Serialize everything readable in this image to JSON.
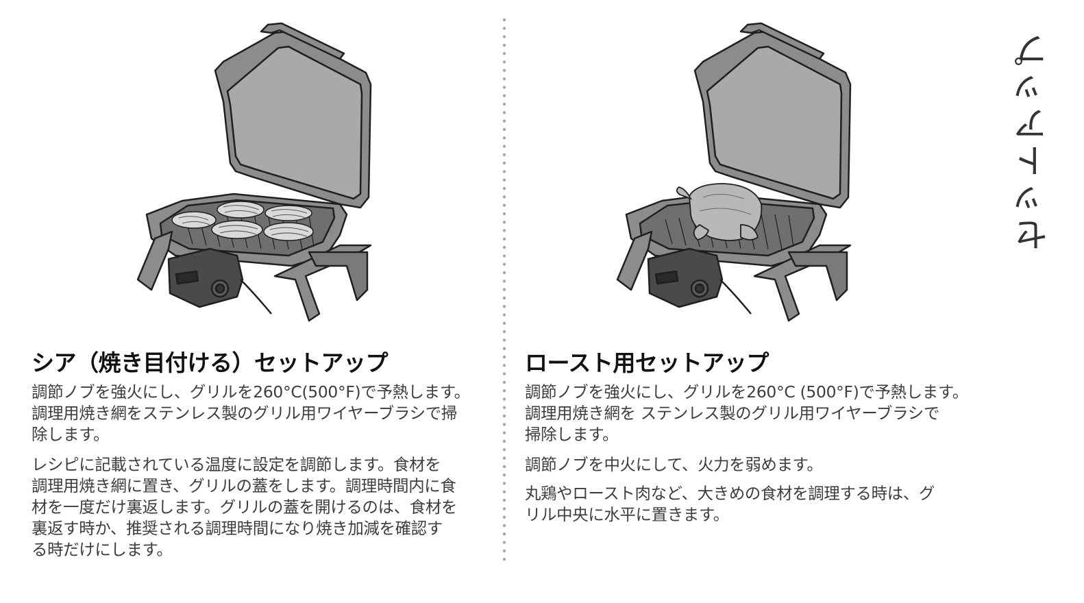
{
  "colors": {
    "title": "#111111",
    "body_text": "#3d3d3d",
    "divider_dots": "#a8a8a8",
    "grill_body": "#8c8c8c",
    "grill_outline": "#1f1f1f",
    "grill_inner": "#a9a9a9"
  },
  "side_tab": {
    "label": "セットアップ"
  },
  "left_section": {
    "illustration_icon": "grill-with-steaks-icon",
    "title": "シア（焼き目付ける）セットアップ",
    "paragraph1": [
      "調節ノブを強火にし、グリルを260°C(500°F)で予熱します。",
      "調理用焼き網をステンレス製のグリル用ワイヤーブラシで掃",
      "除します。"
    ],
    "paragraph2": [
      "レシピに記載されている温度に設定を調節します。食材を",
      "調理用焼き網に置き、グリルの蓋をします。調理時間内に食",
      "材を一度だけ裏返します。グリルの蓋を開けるのは、食材を",
      "裏返す時か、推奨される調理時間になり焼き加減を確認す",
      "る時だけにします。"
    ]
  },
  "right_section": {
    "illustration_icon": "grill-with-roast-chicken-icon",
    "title": "ロースト用セットアップ",
    "paragraph1": [
      "調節ノブを強火にし、グリルを260°C (500°F)で予熱します。",
      "調理用焼き網を ステンレス製のグリル用ワイヤーブラシで",
      "掃除します。"
    ],
    "paragraph2": [
      "調節ノブを中火にして、火力を弱めます。"
    ],
    "paragraph3": [
      "丸鶏やロースト肉など、大きめの食材を調理する時は、グ",
      "リル中央に水平に置きます。"
    ]
  }
}
